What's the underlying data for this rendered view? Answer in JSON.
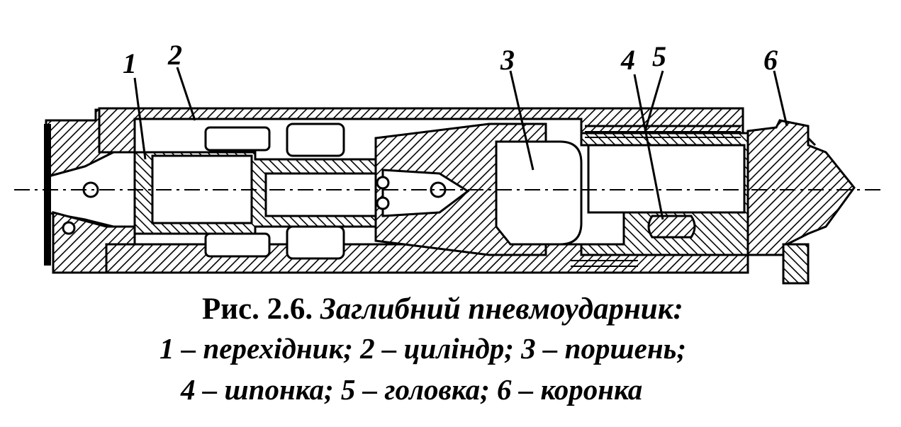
{
  "figure": {
    "part_numbers": [
      "1",
      "2",
      "3",
      "4",
      "5",
      "6"
    ],
    "caption": {
      "prefix": "Рис. 2.6.",
      "title": "Заглибний пневмоударник:",
      "legend_line_1": "1 – перехідник; 2 – циліндр; 3 – поршень;",
      "legend_line_2": "4 – шпонка; 5 – головка; 6 – коронка"
    }
  },
  "colors": {
    "ink": "#000000",
    "paper": "#ffffff"
  }
}
